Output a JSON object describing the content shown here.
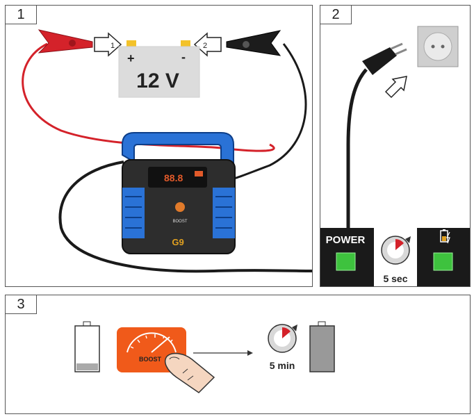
{
  "panels": [
    {
      "number": "1"
    },
    {
      "number": "2"
    },
    {
      "number": "3"
    }
  ],
  "battery": {
    "plus": "+",
    "minus": "-",
    "voltage": "12 V"
  },
  "arrows": {
    "first": "1",
    "second": "2"
  },
  "charger": {
    "logo": "G9",
    "button_label": "BOOST"
  },
  "status_bar": {
    "power_label": "POWER",
    "wait_label": "5 sec"
  },
  "boost": {
    "label": "BOOST",
    "wait_label": "5 min"
  },
  "colors": {
    "red_cable": "#d4222a",
    "black_cable": "#1a1a1a",
    "charger_blue": "#2a72d6",
    "led_green": "#3ec23e",
    "boost_orange": "#f05a1a",
    "dark_bar": "#1a1a1a"
  }
}
